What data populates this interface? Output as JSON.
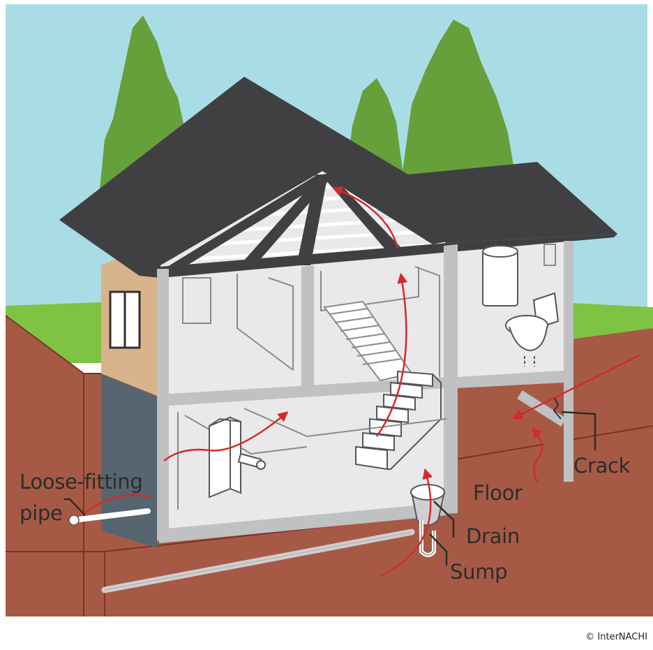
{
  "labels": {
    "loose_line1": "Loose-fitting",
    "loose_line2": "pipe",
    "floor": "Floor",
    "crack": "Crack",
    "drain": "Drain",
    "sump": "Sump"
  },
  "credit": "© InterNACHI",
  "colors": {
    "sky": "#a9dde6",
    "tree": "#66a03a",
    "grass": "#7fc342",
    "soil": "#a65a45",
    "soil_line": "#7a3325",
    "roof": "#404042",
    "siding": "#d9b48a",
    "foundation": "#566570",
    "wall": "#bfc1c3",
    "interior": "#e9e9ec",
    "arrow": "#d42a2a"
  },
  "icons": [
    "tree-icon",
    "window-icon",
    "stairs-icon",
    "toilet-icon",
    "water-heater-icon",
    "furnace-icon",
    "pipe-icon",
    "sump-pit-icon"
  ]
}
